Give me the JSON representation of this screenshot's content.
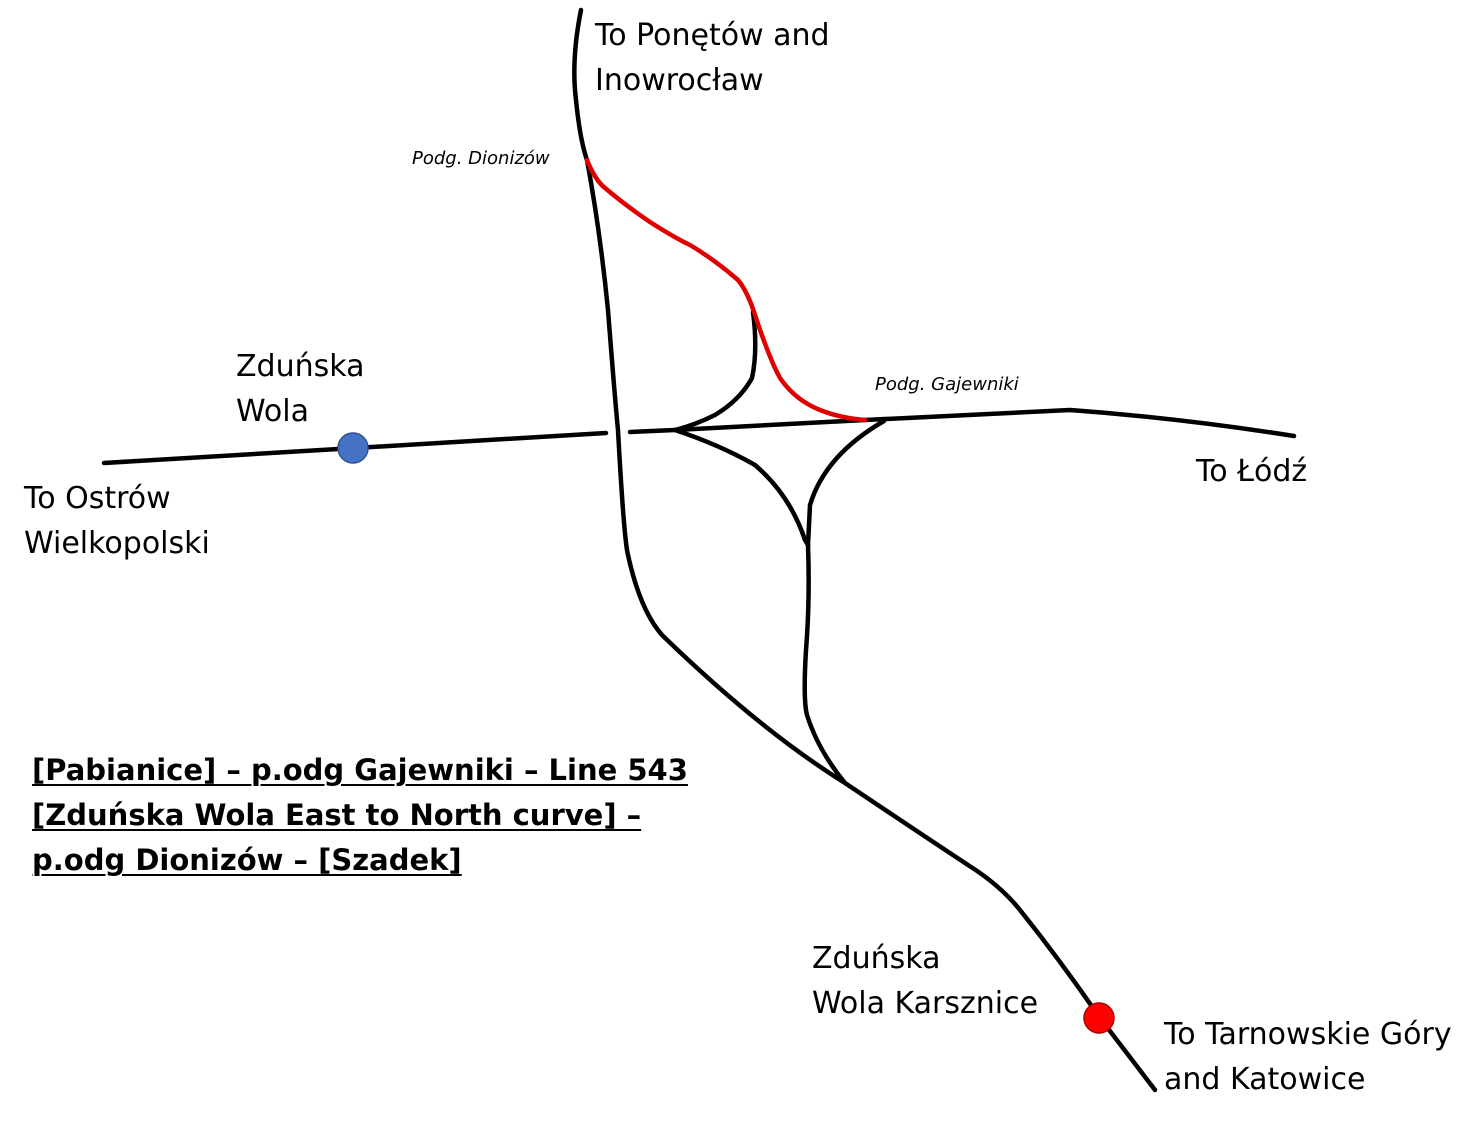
{
  "colors": {
    "track": "#000000",
    "new_curve": "#e00000",
    "station_zdunska_wola": "#4472c4",
    "station_karsznice": "#ff0000",
    "background": "#ffffff"
  },
  "labels": {
    "to_ponetow": [
      "To Ponętów and",
      "Inowrocław"
    ],
    "zdunska_wola": [
      "Zduńska",
      "Wola"
    ],
    "to_ostrow": [
      "To Ostrów",
      "Wielkopolski"
    ],
    "to_lodz": "To Łódź",
    "karsznice": [
      "Zduńska",
      "Wola Karsznice"
    ],
    "to_tarnowskie": [
      "To Tarnowskie Góry",
      "and Katowice"
    ]
  },
  "junctions": {
    "dionizow": "Podg. Dionizów",
    "gajewniki": "Podg. Gajewniki"
  },
  "route_description": [
    "[Pabianice] – p.odg Gajewniki – Line 543",
    "[Zduńska Wola East to North curve] –",
    "p.odg Dionizów – [Szadek]"
  ]
}
